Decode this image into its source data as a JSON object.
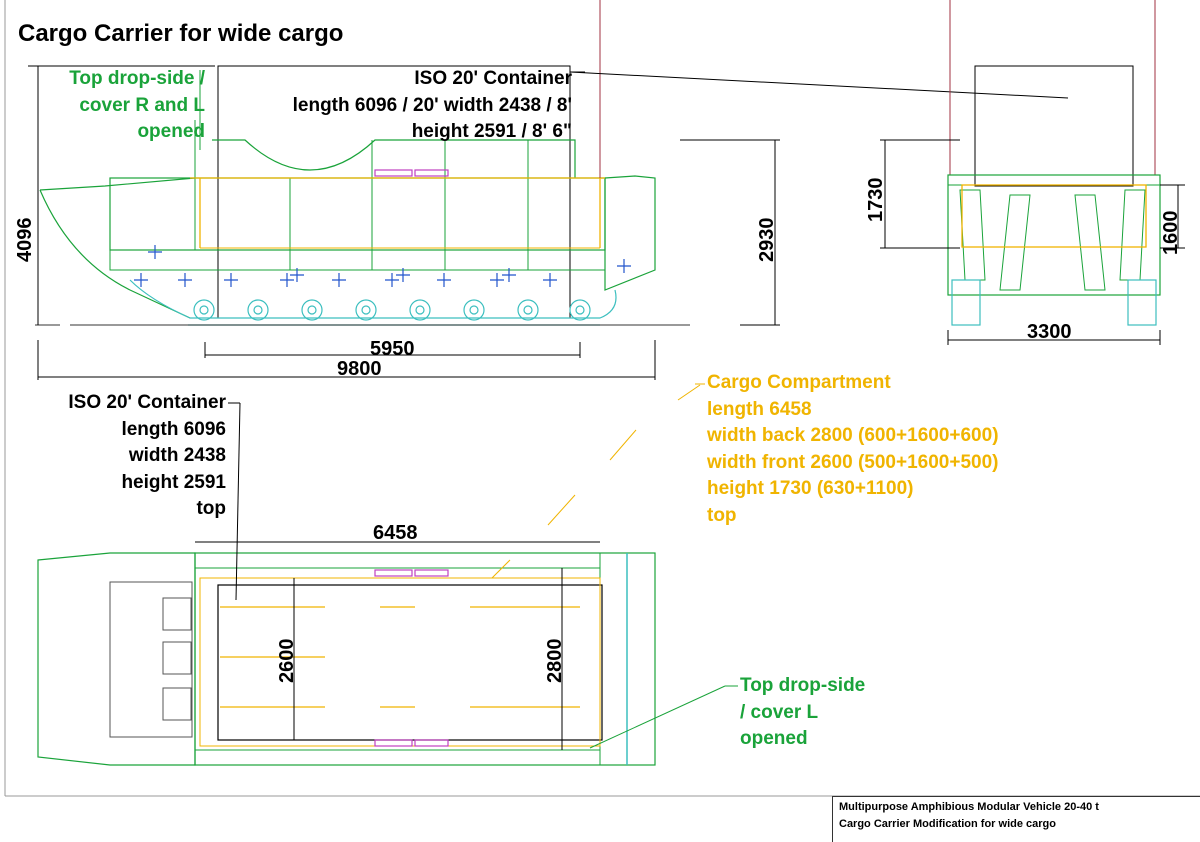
{
  "title": "Cargo Carrier for wide cargo",
  "side_view": {
    "cover_note": [
      "Top drop-side /",
      "cover R and L",
      "opened"
    ],
    "container_note": [
      "ISO 20' Container",
      "length 6096 / 20' width 2438 / 8'",
      "height 2591 / 8' 6\""
    ],
    "dim_height_total": "4096",
    "dim_height_hull": "2930",
    "dim_track": "5950",
    "dim_length": "9800"
  },
  "rear_view": {
    "dim_cargo_height": "1730",
    "dim_inner": "1600",
    "dim_width": "3300"
  },
  "top_view": {
    "container_note": [
      "ISO 20' Container",
      "length 6096",
      "width 2438",
      "height 2591",
      "top"
    ],
    "compartment_note": [
      "Cargo Compartment",
      "length 6458",
      "width back 2800 (600+1600+600)",
      "width front 2600 (500+1600+500)",
      "height 1730 (630+1100)",
      "top"
    ],
    "cover_note": [
      "Top drop-side",
      "/ cover L",
      "opened"
    ],
    "dim_length": "6458",
    "dim_front": "2600",
    "dim_back": "2800"
  },
  "title_block": {
    "line1": "Multipurpose Amphibious Modular Vehicle 20-40 t",
    "line2": "Cargo Carrier Modification for wide cargo"
  },
  "colors": {
    "structure": "#1aa33a",
    "cargo": "#f0b400",
    "track": "#3cbfbf",
    "marker": "#2255cc",
    "rail": "#c040c0",
    "dimension": "#000000"
  }
}
